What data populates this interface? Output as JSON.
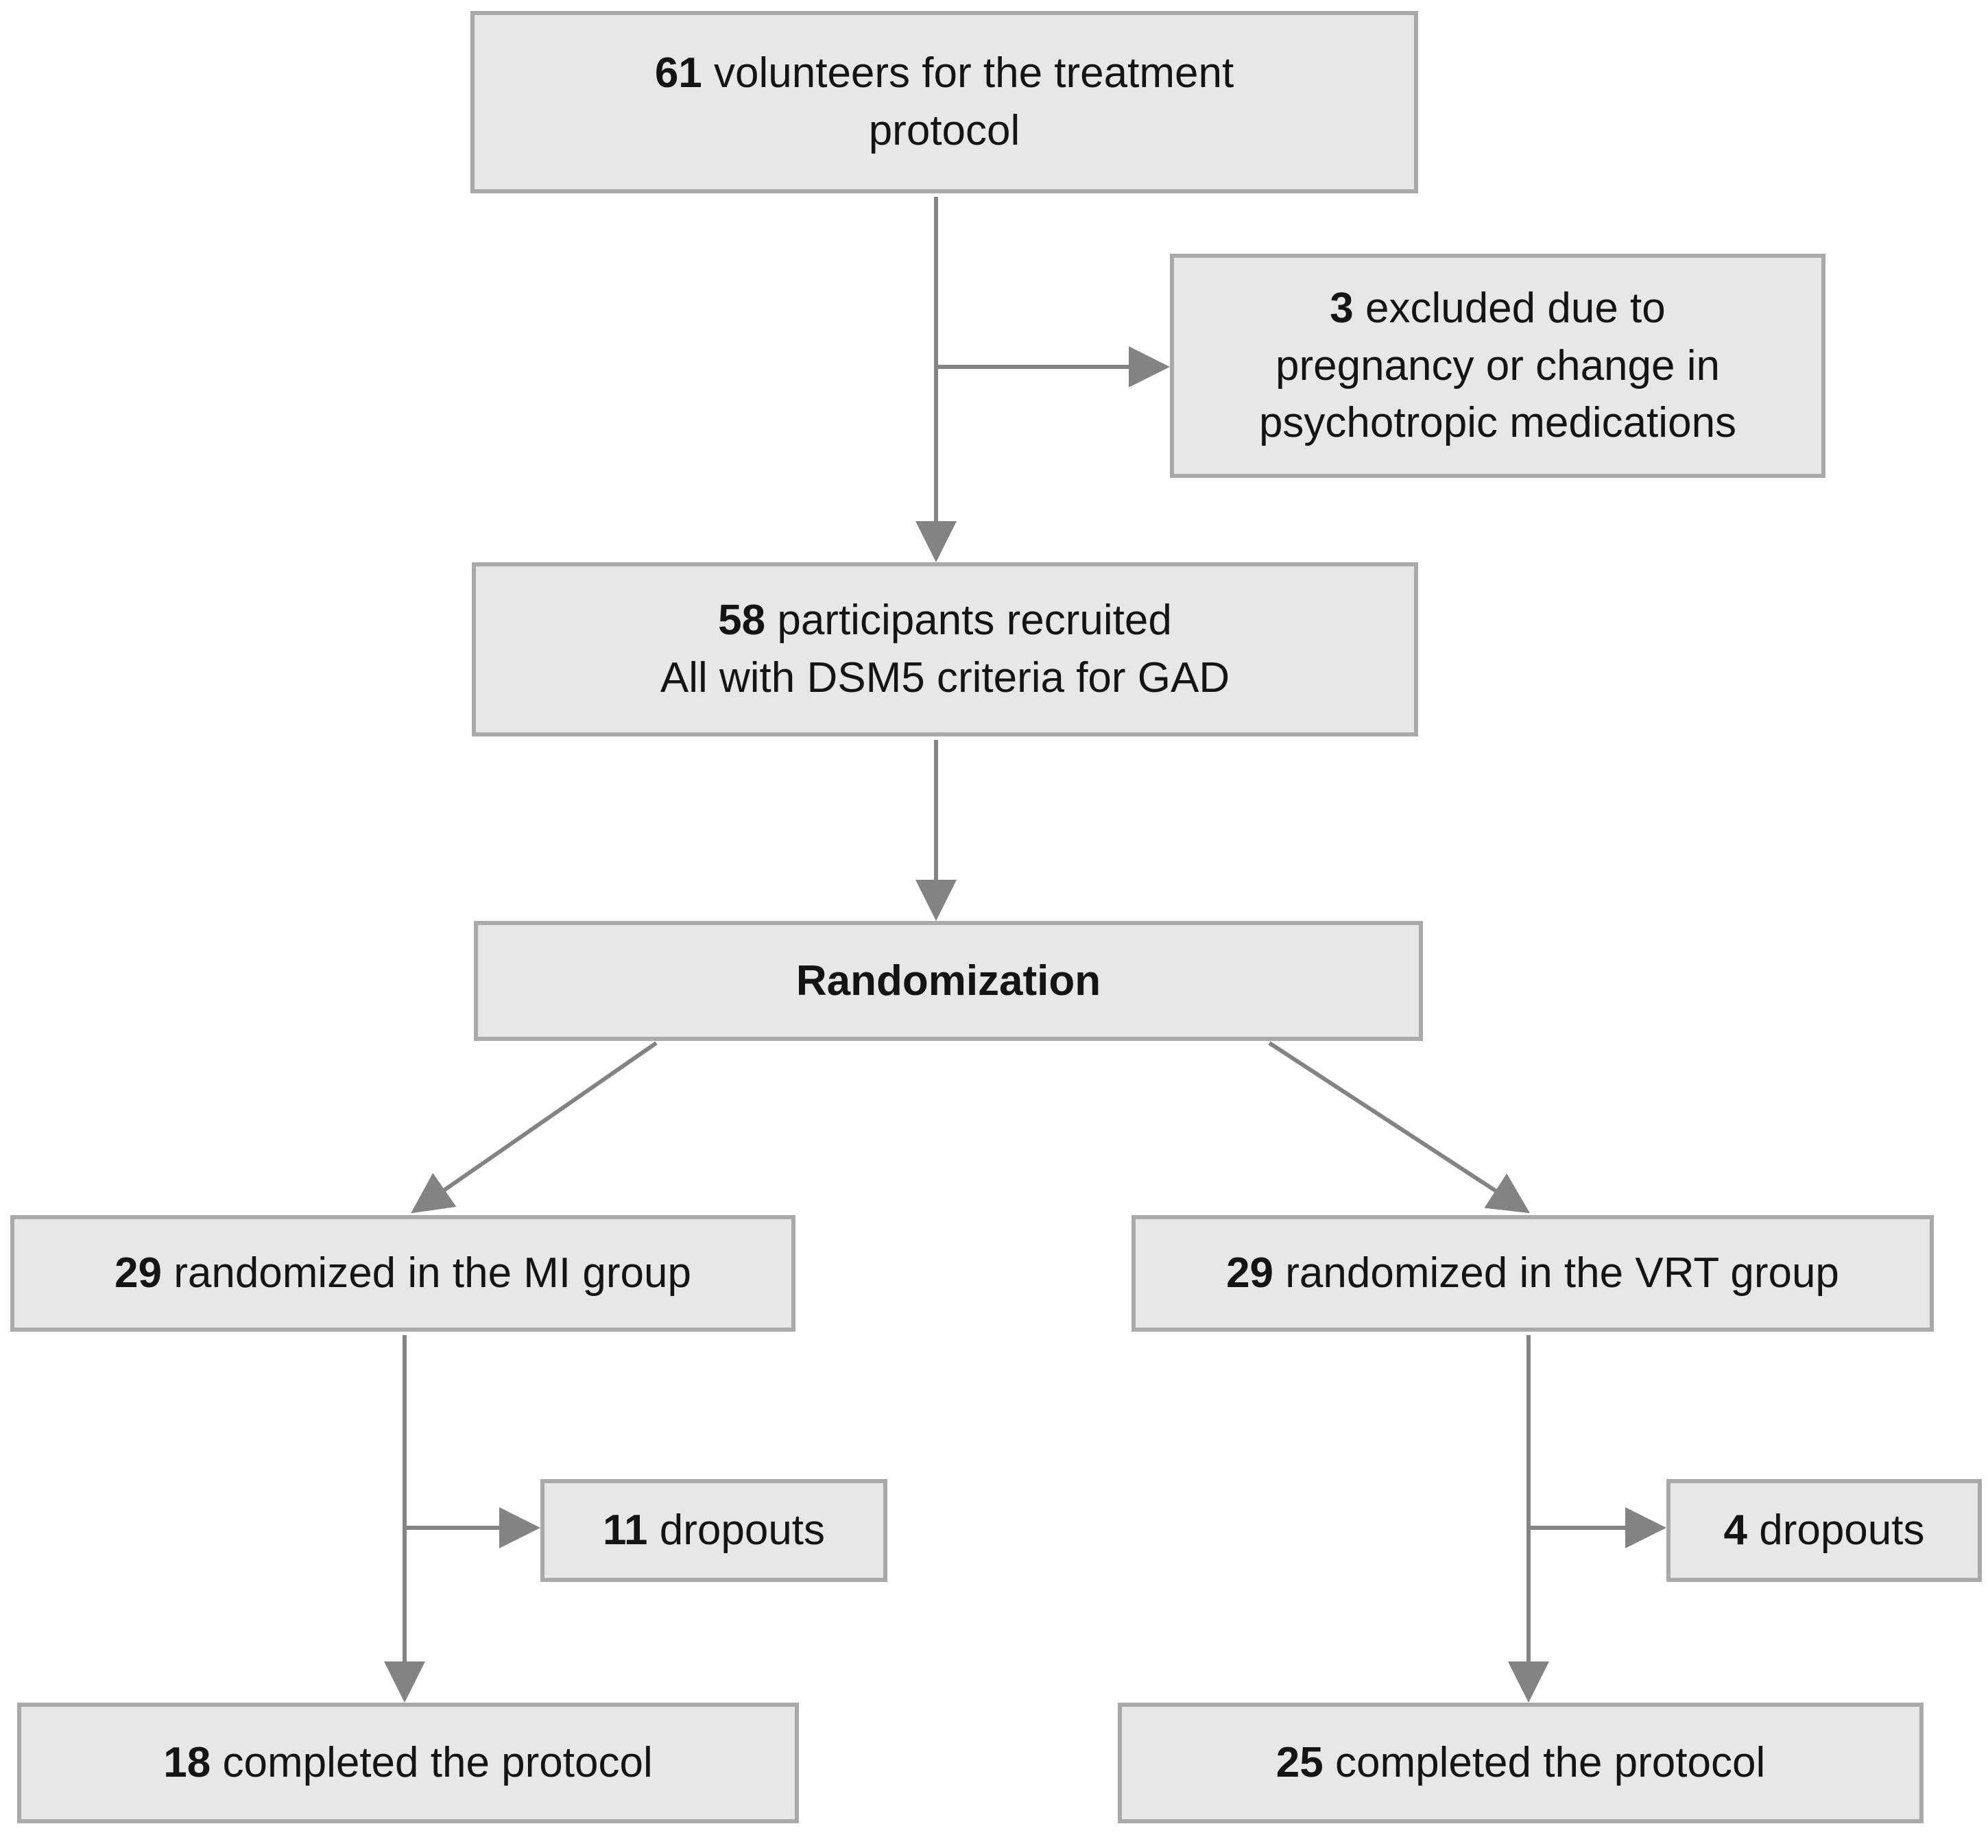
{
  "diagram": {
    "type": "flowchart",
    "colors": {
      "box_fill": "#e7e7e7",
      "box_border": "#a9a9a9",
      "arrow": "#838383",
      "text": "#141414",
      "background": "#ffffff"
    },
    "nodes": {
      "volunteers": {
        "line1_bold": "61",
        "line1_rest": " volunteers for the treatment",
        "line2": "protocol"
      },
      "excluded": {
        "line1_bold": "3",
        "line1_rest": " excluded due to",
        "line2": "pregnancy or change in",
        "line3": "psychotropic medications"
      },
      "recruited": {
        "line1_bold": "58",
        "line1_rest": " participants recruited",
        "line2": "All with DSM5 criteria for GAD"
      },
      "randomization": {
        "label": "Randomization"
      },
      "mi_group": {
        "bold": "29",
        "rest": " randomized in the MI group"
      },
      "vrt_group": {
        "bold": "29",
        "rest": " randomized in the VRT group"
      },
      "mi_dropouts": {
        "bold": "11",
        "rest": " dropouts"
      },
      "vrt_dropouts": {
        "bold": "4",
        "rest": " dropouts"
      },
      "mi_completed": {
        "bold": "18",
        "rest": " completed the protocol"
      },
      "vrt_completed": {
        "bold": "25",
        "rest": " completed the protocol"
      }
    }
  }
}
